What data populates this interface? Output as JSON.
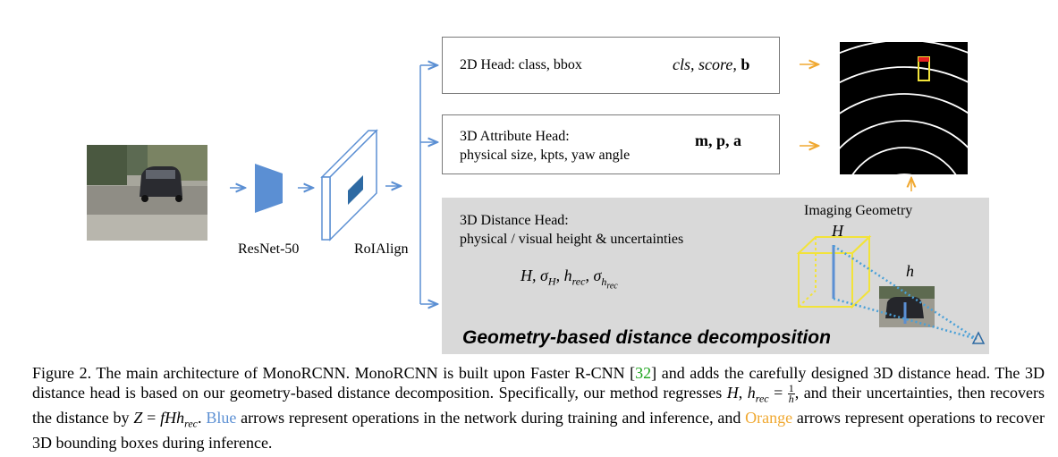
{
  "figure": {
    "labels": {
      "resnet": "ResNet-50",
      "roialign": "RoIAlign",
      "imaging_geometry": "Imaging Geometry",
      "H": "H",
      "h": "h",
      "decomposition": "Geometry-based distance decomposition"
    },
    "heads": [
      {
        "title": "2D Head:  class,  bbox",
        "subtitle": "",
        "output_italic": "cls, score, ",
        "output_bold": "b"
      },
      {
        "title": "3D Attribute Head:",
        "subtitle": "physical size, kpts, yaw angle",
        "output_italic": "",
        "output_bold": "m, p, a"
      },
      {
        "title": "3D Distance Head:",
        "subtitle": "physical / visual height & uncertainties",
        "output_italic": "H, σH, hrec, σhrec",
        "output_bold": ""
      }
    ],
    "colors": {
      "blue": "#5b8fd3",
      "orange": "#f0a830",
      "yellow": "#f2e33a"
    }
  },
  "caption": {
    "p1": "Figure 2. The main architecture of MonoRCNN. MonoRCNN is built upon Faster R-CNN [",
    "ref": "32",
    "p2": "] and adds the carefully designed 3D distance head. The 3D distance head is based on our geometry-based distance decomposition. Specifically, our method regresses ",
    "p3": ", and their uncertainties, then recovers the distance by ",
    "p4": ". ",
    "blue_word": "Blue",
    "p5": " arrows represent operations in the network during training and inference, and ",
    "orange_word": "Orange",
    "p6": " arrows represent operations to recover 3D bounding boxes during inference."
  }
}
